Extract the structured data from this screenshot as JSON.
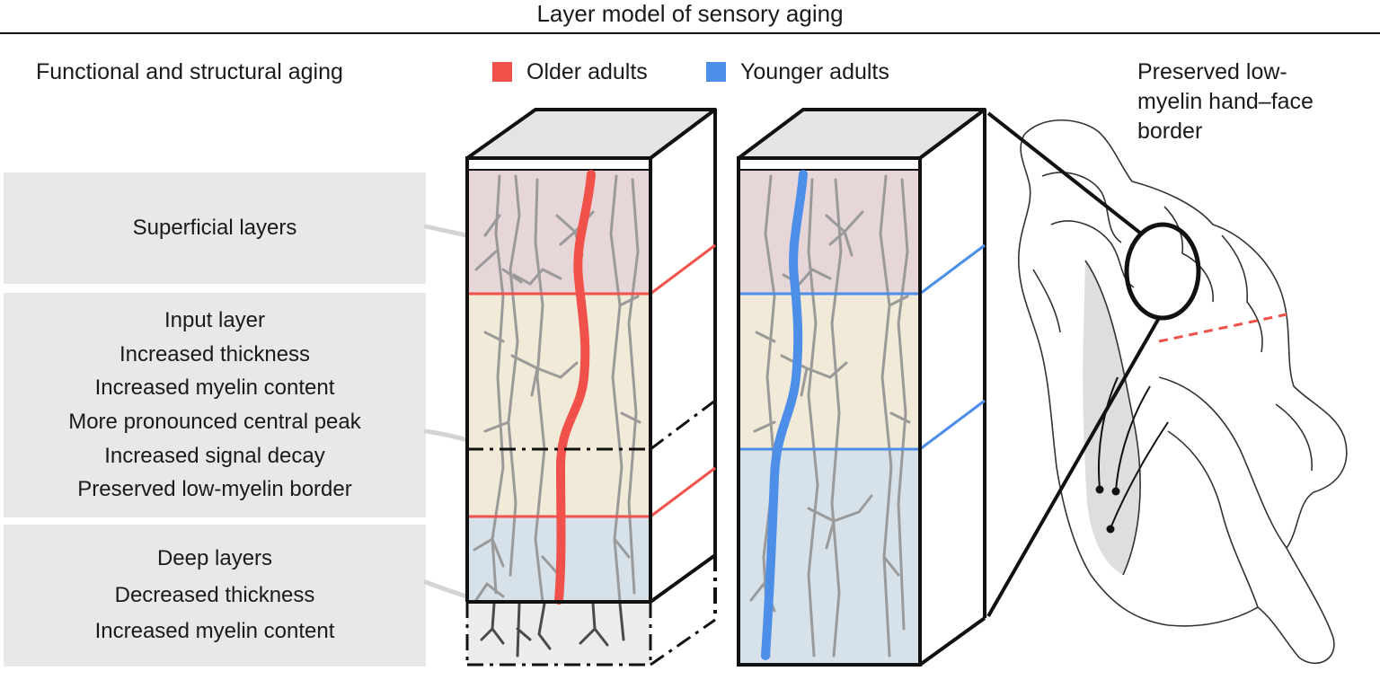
{
  "title": "Layer model of sensory aging",
  "section_heading": "Functional and structural aging",
  "legend": [
    {
      "label": "Older adults",
      "color": "#f0514a"
    },
    {
      "label": "Younger adults",
      "color": "#4d8ee8"
    }
  ],
  "panels": {
    "superficial": {
      "lines": [
        "Superficial layers"
      ]
    },
    "input": {
      "lines": [
        "Input layer",
        "Increased thickness",
        "Increased myelin content",
        "More pronounced central peak",
        "Increased signal decay",
        "Preserved low-myelin border"
      ]
    },
    "deep": {
      "lines": [
        "Deep layers",
        "Decreased thickness",
        "Increased myelin content"
      ]
    }
  },
  "callout": {
    "lines": [
      "Preserved low-",
      "myelin hand–face",
      "border"
    ]
  },
  "colors": {
    "superficial_layer": "#e7d6d8",
    "input_layer": "#f2ead8",
    "deep_layer": "#d6e1ea",
    "panel_background": "#e8e8e8"
  },
  "icons": [
    "neuron-dendrite-drawing",
    "brain-outline-drawing",
    "magnifier-circle"
  ]
}
